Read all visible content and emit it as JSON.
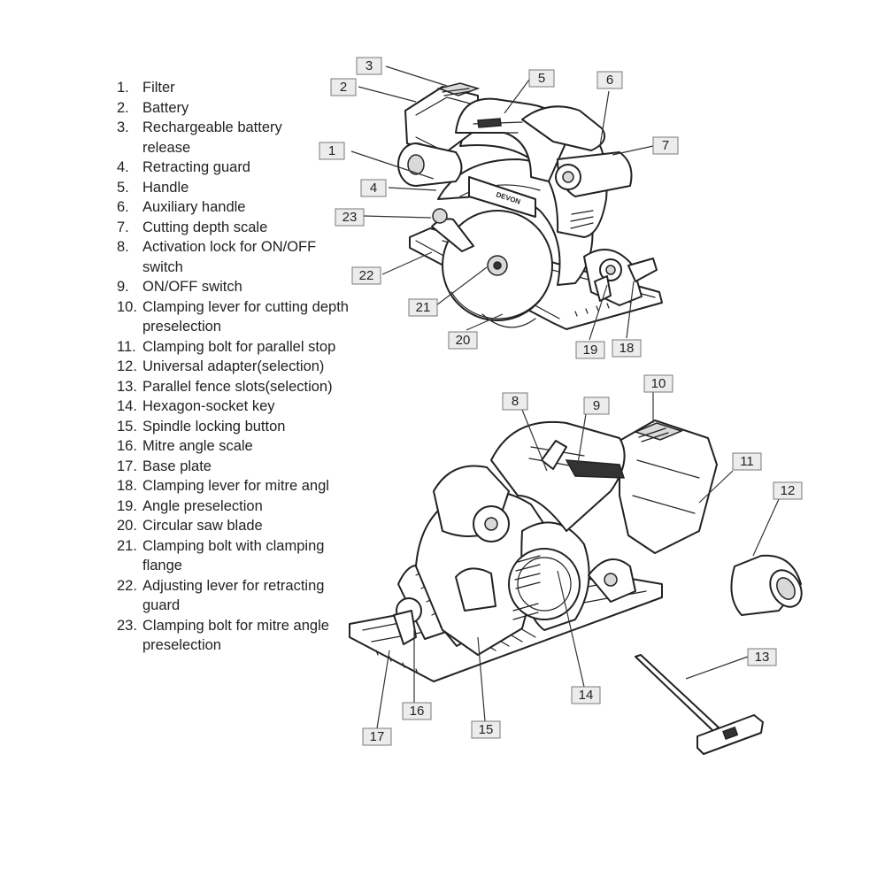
{
  "parts": [
    {
      "num": "1.",
      "label": "Filter"
    },
    {
      "num": "2.",
      "label": "Battery"
    },
    {
      "num": "3.",
      "label": "Rechargeable battery\nrelease"
    },
    {
      "num": "4.",
      "label": "Retracting guard"
    },
    {
      "num": "5.",
      "label": "Handle"
    },
    {
      "num": "6.",
      "label": "Auxiliary handle"
    },
    {
      "num": "7.",
      "label": "Cutting depth scale"
    },
    {
      "num": "8.",
      "label": "Activation lock for ON/OFF\nswitch"
    },
    {
      "num": "9.",
      "label": "ON/OFF switch"
    },
    {
      "num": "10.",
      "label": "Clamping lever for cutting depth\npreselection"
    },
    {
      "num": "11.",
      "label": "Clamping bolt for parallel stop"
    },
    {
      "num": "12.",
      "label": "Universal adapter(selection)"
    },
    {
      "num": "13.",
      "label": "Parallel fence slots(selection)"
    },
    {
      "num": "14.",
      "label": "Hexagon-socket key"
    },
    {
      "num": "15.",
      "label": "Spindle locking button"
    },
    {
      "num": "16.",
      "label": "Mitre angle scale"
    },
    {
      "num": "17.",
      "label": "Base plate"
    },
    {
      "num": "18.",
      "label": "Clamping lever for mitre angl"
    },
    {
      "num": "19.",
      "label": "Angle preselection"
    },
    {
      "num": "20.",
      "label": "Circular saw blade"
    },
    {
      "num": "21.",
      "label": "Clamping bolt with clamping\nflange"
    },
    {
      "num": "22.",
      "label": "Adjusting lever for retracting\nguard"
    },
    {
      "num": "23.",
      "label": "Clamping bolt for mitre angle\npreselection"
    }
  ],
  "callouts": {
    "c1": "1",
    "c2": "2",
    "c3": "3",
    "c4": "4",
    "c5": "5",
    "c6": "6",
    "c7": "7",
    "c8": "8",
    "c9": "9",
    "c10": "10",
    "c11": "11",
    "c12": "12",
    "c13": "13",
    "c14": "14",
    "c15": "15",
    "c16": "16",
    "c17": "17",
    "c18": "18",
    "c19": "19",
    "c20": "20",
    "c21": "21",
    "c22": "22",
    "c23": "23"
  },
  "brand_mark": "DEVON"
}
